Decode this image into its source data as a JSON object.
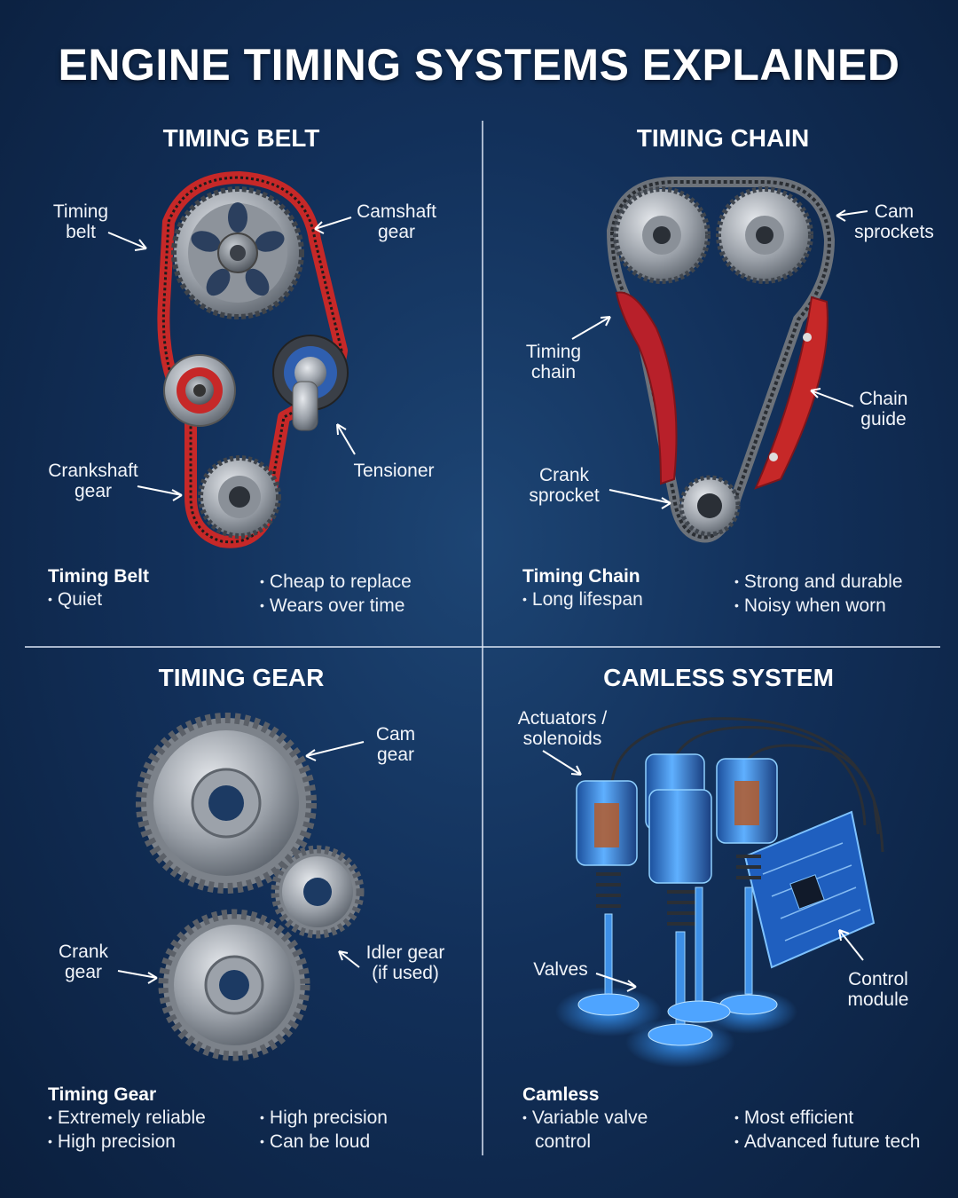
{
  "title": "ENGINE TIMING SYSTEMS EXPLAINED",
  "sections": {
    "belt": {
      "title": "TIMING BELT",
      "labels": {
        "timing_belt": [
          "Timing",
          "belt"
        ],
        "camshaft_gear": [
          "Camshaft",
          "gear"
        ],
        "crankshaft_gear": [
          "Crankshaft",
          "gear"
        ],
        "tensioner": [
          "Tensioner"
        ]
      },
      "summary": {
        "heading": "Timing Belt",
        "left": [
          "Quiet"
        ],
        "right": [
          "Cheap to replace",
          "Wears over time"
        ]
      }
    },
    "chain": {
      "title": "TIMING CHAIN",
      "labels": {
        "cam_sprockets": [
          "Cam",
          "sprockets"
        ],
        "timing_chain": [
          "Timing",
          "chain"
        ],
        "chain_guide": [
          "Chain",
          "guide"
        ],
        "crank_sprocket": [
          "Crank",
          "sprocket"
        ]
      },
      "summary": {
        "heading": "Timing Chain",
        "left": [
          "Long lifespan"
        ],
        "right": [
          "Strong and durable",
          "Noisy when worn"
        ]
      }
    },
    "gear": {
      "title": "TIMING GEAR",
      "labels": {
        "cam_gear": [
          "Cam",
          "gear"
        ],
        "crank_gear": [
          "Crank",
          "gear"
        ],
        "idler_gear": [
          "Idler gear",
          "(if used)"
        ]
      },
      "summary": {
        "heading": "Timing Gear",
        "left": [
          "Extremely reliable",
          "High precision"
        ],
        "right": [
          "High precision",
          "Can be loud"
        ]
      }
    },
    "camless": {
      "title": "CAMLESS SYSTEM",
      "labels": {
        "actuators": [
          "Actuators /",
          "solenoids"
        ],
        "valves": [
          "Valves"
        ],
        "control_module": [
          "Control",
          "module"
        ]
      },
      "summary": {
        "heading": "Camless",
        "left": [
          "Variable valve",
          "control"
        ],
        "right": [
          "Most efficient",
          "Advanced future tech"
        ]
      }
    }
  },
  "colors": {
    "background": "#12305a",
    "belt_red": "#c62828",
    "steel": "#a9aeb5",
    "glow_blue": "#2e8bff"
  },
  "icons": [
    "timing-belt-illustration",
    "timing-chain-illustration",
    "timing-gear-illustration",
    "camless-system-illustration"
  ]
}
